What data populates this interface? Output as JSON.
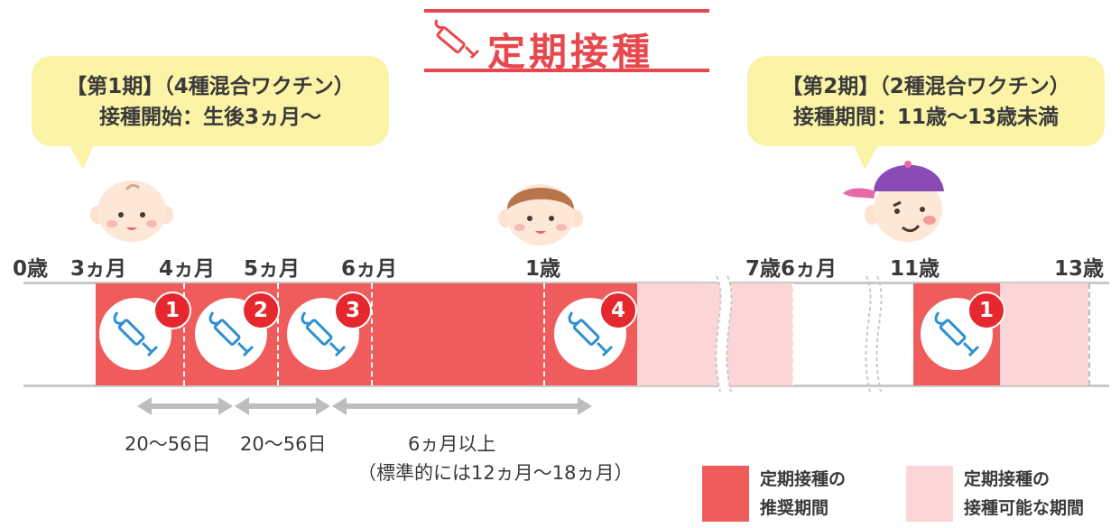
{
  "title": "定期接種",
  "bubble_left": {
    "line1": "【第1期】（4種混合ワクチン）",
    "line2": "接種開始：生後3ヵ月〜"
  },
  "bubble_right": {
    "line1": "【第2期】（2種混合ワクチン）",
    "line2": "接種期間：11歳〜13歳未満"
  },
  "ages": [
    "0歳",
    "3ヵ月",
    "4ヵ月",
    "5ヵ月",
    "6ヵ月",
    "1歳",
    "7歳6ヵ月",
    "11歳",
    "13歳"
  ],
  "doses": [
    "1",
    "2",
    "3",
    "4",
    "1"
  ],
  "intervals": {
    "first": "20〜56日",
    "second": "20〜56日",
    "third": "6ヵ月以上",
    "third_note": "（標準的には12ヵ月〜18ヵ月）"
  },
  "legend": {
    "recommended_line1": "定期接種の",
    "recommended_line2": "推奨期間",
    "possible_line1": "定期接種の",
    "possible_line2": "接種可能な期間"
  },
  "colors": {
    "accent": "#e8484d",
    "recommended": "#f05b5b",
    "possible": "#fcd5d6",
    "bubble": "#fbf3a6",
    "dose_badge": "#e5282e",
    "syringe": "#2f8fd0"
  }
}
